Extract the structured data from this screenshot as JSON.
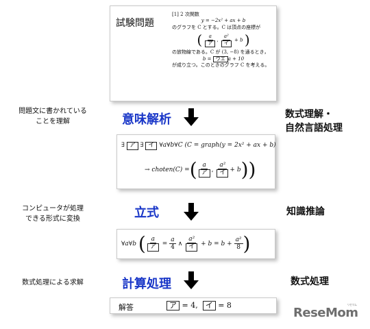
{
  "exam": {
    "title": "試験問題",
    "q_header": "[1] 2 次関数",
    "q_eq": "y = −2x² + ax + b",
    "q_text1": "のグラフを C とする。C は頂点の座標が",
    "vertex_a": "a",
    "vertex_a2": "a²",
    "vertex_plus_b": "+ b",
    "box1": "ア",
    "box2": "イ",
    "q_text2": "の放物線である。C が (3, −8) を通るとき，",
    "b_eq_prefix": "b =",
    "box3": "ウエ",
    "b_eq_suffix": "a + 10",
    "q_text3": "が成り立つ。このときのグラフ C を考える。"
  },
  "rows": [
    {
      "left": "問題文に書かれている\nことを理解",
      "middle": "意味解析",
      "right": "数式理解・\n自然言語処理"
    },
    {
      "left": "コンピュータが処理\nできる形式に変換",
      "middle": "立式",
      "right": "知識推論"
    },
    {
      "left": "数式処理による求解",
      "middle": "計算処理",
      "right": "数式処理"
    }
  ],
  "semantic": {
    "line1_pre": "∃",
    "box_a": "ア",
    "exists2": "∃",
    "box_i": "イ",
    "line1_mid": "∀a∀b∀C (C = graph(y = 2x² + ax + b)",
    "line2_pre": "→ choten(C) =",
    "frac1_num": "a",
    "frac1_den": "ア",
    "frac2_num": "a²",
    "frac2_den": "イ",
    "plus_b": "+ b"
  },
  "formula": {
    "pre": "∀a∀b",
    "f1_num": "a",
    "f1_den": "ア",
    "eq1": "=",
    "f2_num": "a",
    "f2_den": "4",
    "and": "∧",
    "f3_num": "a²",
    "f3_den": "イ",
    "mid": "+ b = b +",
    "f4_num": "a²",
    "f4_den": "8"
  },
  "answer": {
    "label": "解答",
    "box_a": "ア",
    "eq_a": "= 4,",
    "box_i": "イ",
    "eq_i": "= 8"
  },
  "watermark": {
    "text": "ReseMom",
    "sub": "リセマム"
  },
  "colors": {
    "accent": "#1a37c8",
    "arrow": "#000000"
  }
}
